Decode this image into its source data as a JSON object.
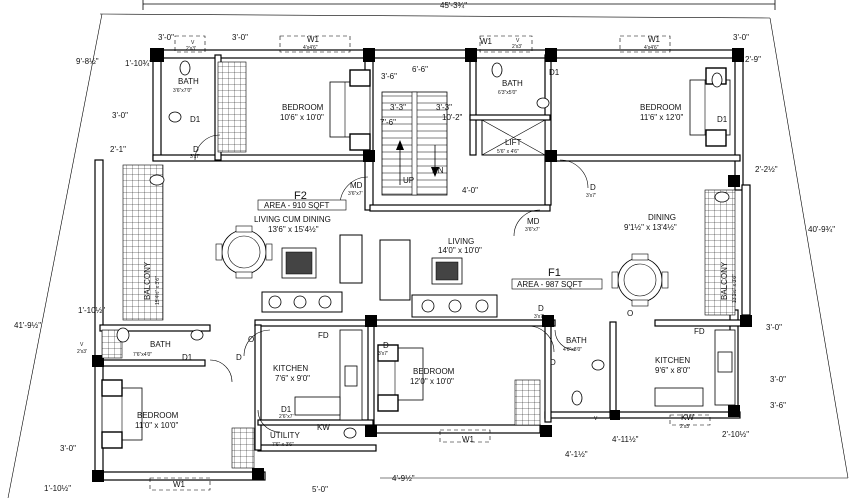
{
  "overall": {
    "top_width": "45'-3¾\"",
    "right_depth": "40'-9¾\"",
    "left_depth": "41'-9½\""
  },
  "rooms": {
    "bath_tl": {
      "name": "BATH",
      "size": "3'6\"x7'0\""
    },
    "bedroom_tl": {
      "name": "BEDROOM",
      "size": "10'6\" x 10'0\""
    },
    "bath_tc": {
      "name": "BATH",
      "size": "6'3\"x5'0\""
    },
    "lift": {
      "name": "LIFT",
      "size": "5'6\" x 4'6\""
    },
    "bedroom_tr": {
      "name": "BEDROOM",
      "size": "11'6\" x 12'0\""
    },
    "living_dining_f2": {
      "name": "LIVING CUM DINING",
      "size": "13'6\" x 15'4½\""
    },
    "living_f1": {
      "name": "LIVING",
      "size": "14'0\" x 10'0\""
    },
    "dining_f1": {
      "name": "DINING",
      "size": "9'1½\" x 13'4½\""
    },
    "balcony_left": {
      "name": "BALCONY",
      "size": "15'4½\" x 3'6\""
    },
    "balcony_right": {
      "name": "BALCONY",
      "size": "13'1½\" x 3'6\""
    },
    "bath_bl": {
      "name": "BATH",
      "size": "7'6\"x4'0\""
    },
    "kitchen_f2": {
      "name": "KITCHEN",
      "size": "7'6\" x 9'0\""
    },
    "bedroom_bc": {
      "name": "BEDROOM",
      "size": "12'0\" x 10'0\""
    },
    "bath_bc": {
      "name": "BATH",
      "size": "4'0\"x8'0\""
    },
    "kitchen_f1": {
      "name": "KITCHEN",
      "size": "9'6\" x 8'0\""
    },
    "bedroom_bl": {
      "name": "BEDROOM",
      "size": "11'0\" x 10'0\""
    },
    "utility": {
      "name": "UTILITY",
      "size": "7'6\" x 3'6\""
    }
  },
  "flats": {
    "f2": {
      "label": "F2",
      "area": "AREA - 910 SQFT"
    },
    "f1": {
      "label": "F1",
      "area": "AREA - 987 SQFT"
    }
  },
  "stairs": {
    "up": "UP",
    "dn": "DN"
  },
  "tags": {
    "V": "V",
    "W1": "W1",
    "D": "D",
    "D1": "D1",
    "MD": "MD",
    "FD": "FD",
    "KW": "KW",
    "O": "O",
    "V_size": "2'x3'",
    "W1_size": "4'x4'6\"",
    "D_size": "3'x7'",
    "D1_size": "2'6\"x7'",
    "MD_size": "3'6\"x7'",
    "KW_size": "2'x3'"
  },
  "dims": {
    "d_3_0": "3'-0\"",
    "d_9_8": "9'-8½\"",
    "d_1_10": "1'-10¾\"",
    "d_2_1": "2'-1\"",
    "d_2_9": "2'-9\"",
    "d_6_6": "6'-6\"",
    "d_3_6": "3'-6\"",
    "d_3_3": "3'-3\"",
    "d_10_2": "10'-2\"",
    "d_7_6": "7'-6\"",
    "d_4_0": "4'-0\"",
    "d_2_2": "2'-2½\"",
    "d_1_10b": "1'-10½\"",
    "d_3_6b": "3'-6\"",
    "d_4_11": "4'-11½\"",
    "d_2_10": "2'-10½\"",
    "d_4_1": "4'-1½\"",
    "d_4_9": "4'-9½\"",
    "d_5_0": "5'-0\"",
    "d_1_10c": "1'-10½\""
  }
}
